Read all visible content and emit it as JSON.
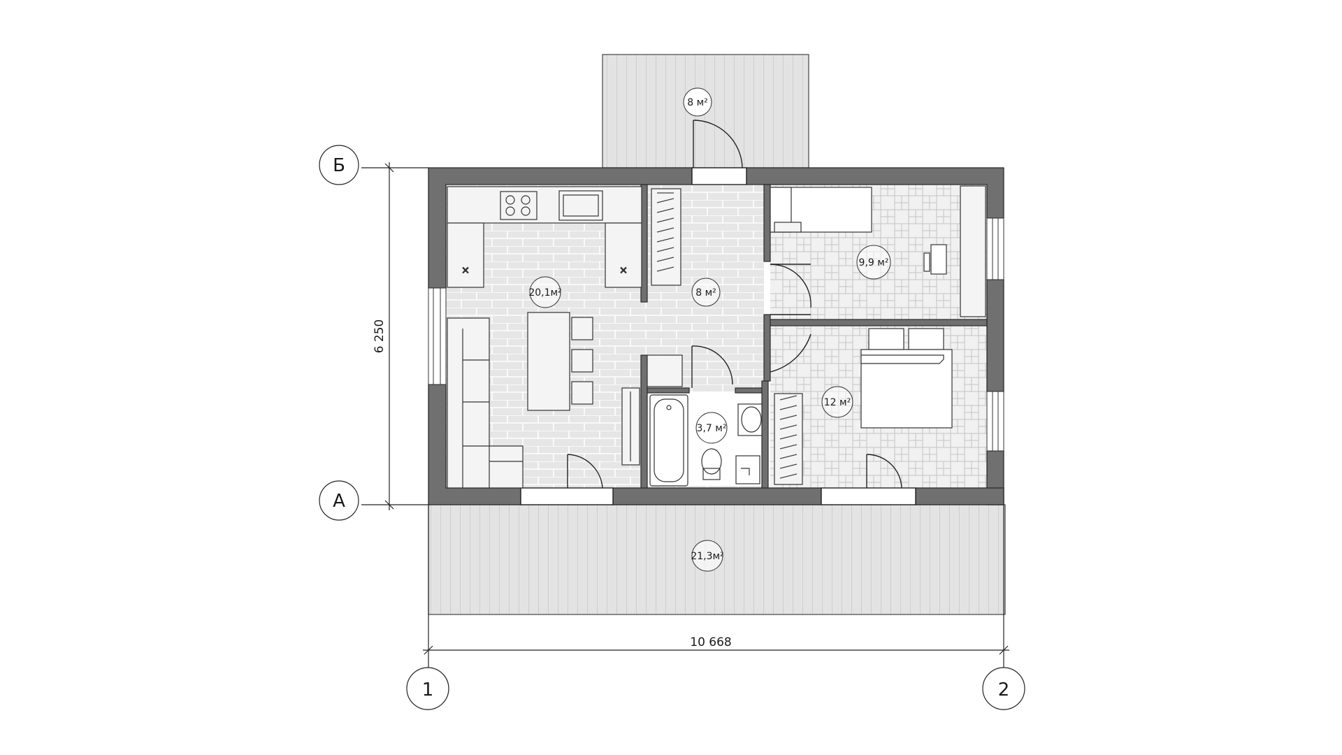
{
  "rooms": {
    "terrace_top": {
      "area": "8 м²"
    },
    "kitchen_living": {
      "area": "20,1м²"
    },
    "hall": {
      "area": "8 м²"
    },
    "bedroom_small": {
      "area": "9,9 м²"
    },
    "bedroom_large": {
      "area": "12 м²"
    },
    "bathroom": {
      "area": "3,7 м²"
    },
    "terrace_bottom": {
      "area": "21,3м²"
    }
  },
  "axes": {
    "b": "Б",
    "a": "А",
    "one": "1",
    "two": "2"
  },
  "dimensions": {
    "height": "6 250",
    "width": "10 668"
  },
  "colors": {
    "wall": "#6f6f6f",
    "floor_tile": "#e4e4e4",
    "terrace": "#dedede",
    "line": "#2b2b2b"
  }
}
